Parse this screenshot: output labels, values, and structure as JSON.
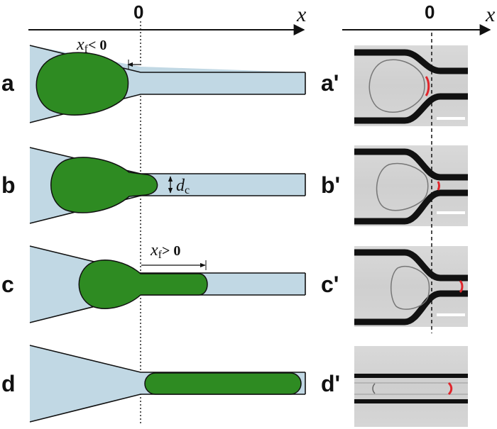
{
  "axis": {
    "variable": "x",
    "origin": "0"
  },
  "panels": [
    {
      "id": "a",
      "label": "a",
      "photo_label": "a'"
    },
    {
      "id": "b",
      "label": "b",
      "photo_label": "b'"
    },
    {
      "id": "c",
      "label": "c",
      "photo_label": "c'"
    },
    {
      "id": "d",
      "label": "d",
      "photo_label": "d'"
    }
  ],
  "annotations": {
    "xf_neg": {
      "var": "x",
      "sub": "f",
      "rest": "< 0"
    },
    "xf_pos": {
      "var": "x",
      "sub": "f",
      "rest": "> 0"
    },
    "dc": {
      "var": "d",
      "sub": "c"
    }
  },
  "colors": {
    "channel_fill": "#c1d8e4",
    "droplet_fill": "#2e8b22",
    "interface_marker": "#e0262c"
  }
}
